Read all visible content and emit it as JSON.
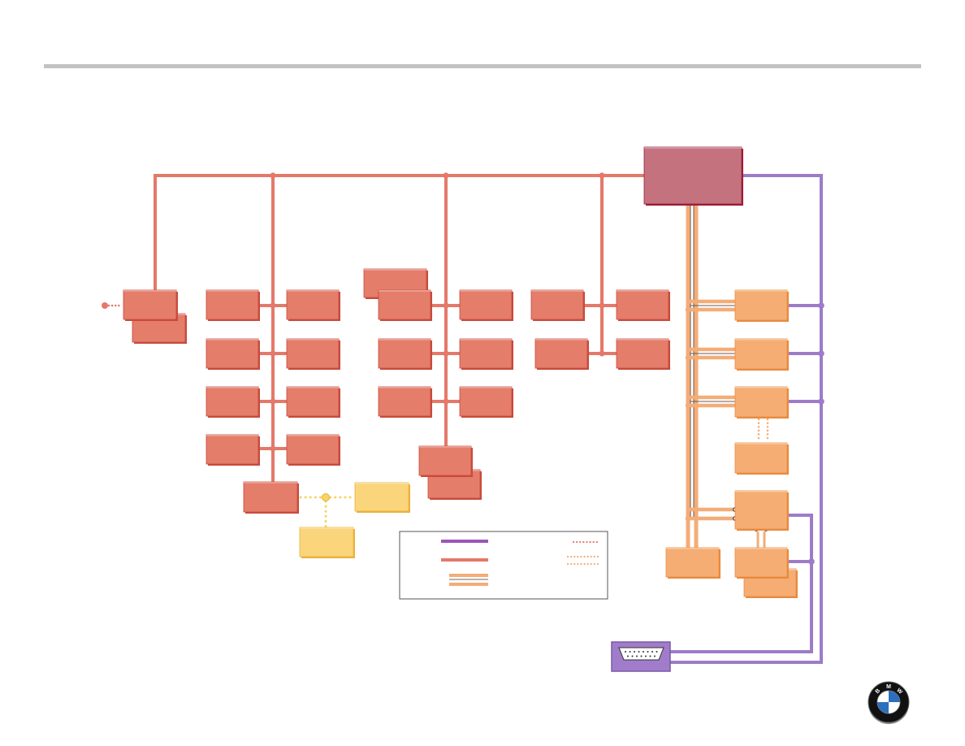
{
  "diagram": {
    "colors": {
      "gateway_fill": "#c5727f",
      "gateway_edge": "#9c1c38",
      "red_bus": "#e4796a",
      "red_node_fill": "#e47d6a",
      "red_node_edge": "#c84a3d",
      "orange_bus": "#f3ad78",
      "orange_node_fill": "#f5ad73",
      "orange_node_edge": "#e98a3e",
      "yellow_fill": "#fbd57c",
      "yellow_edge": "#eab23c",
      "yellow_bus": "#f7d465",
      "purple_bus": "#9e7bc9",
      "connector_fill": "#a07ccb"
    },
    "legend": {
      "entries": [
        {
          "symbol": "purple-solid-line"
        },
        {
          "symbol": "red-solid-line"
        },
        {
          "symbol": "orange-double-line"
        },
        {
          "symbol": "red-dotted-line"
        },
        {
          "symbol": "orange-double-dotted-line"
        }
      ]
    },
    "logo": {
      "name": "bmw-roundel-logo",
      "letters": "BMW",
      "caption": ""
    }
  }
}
